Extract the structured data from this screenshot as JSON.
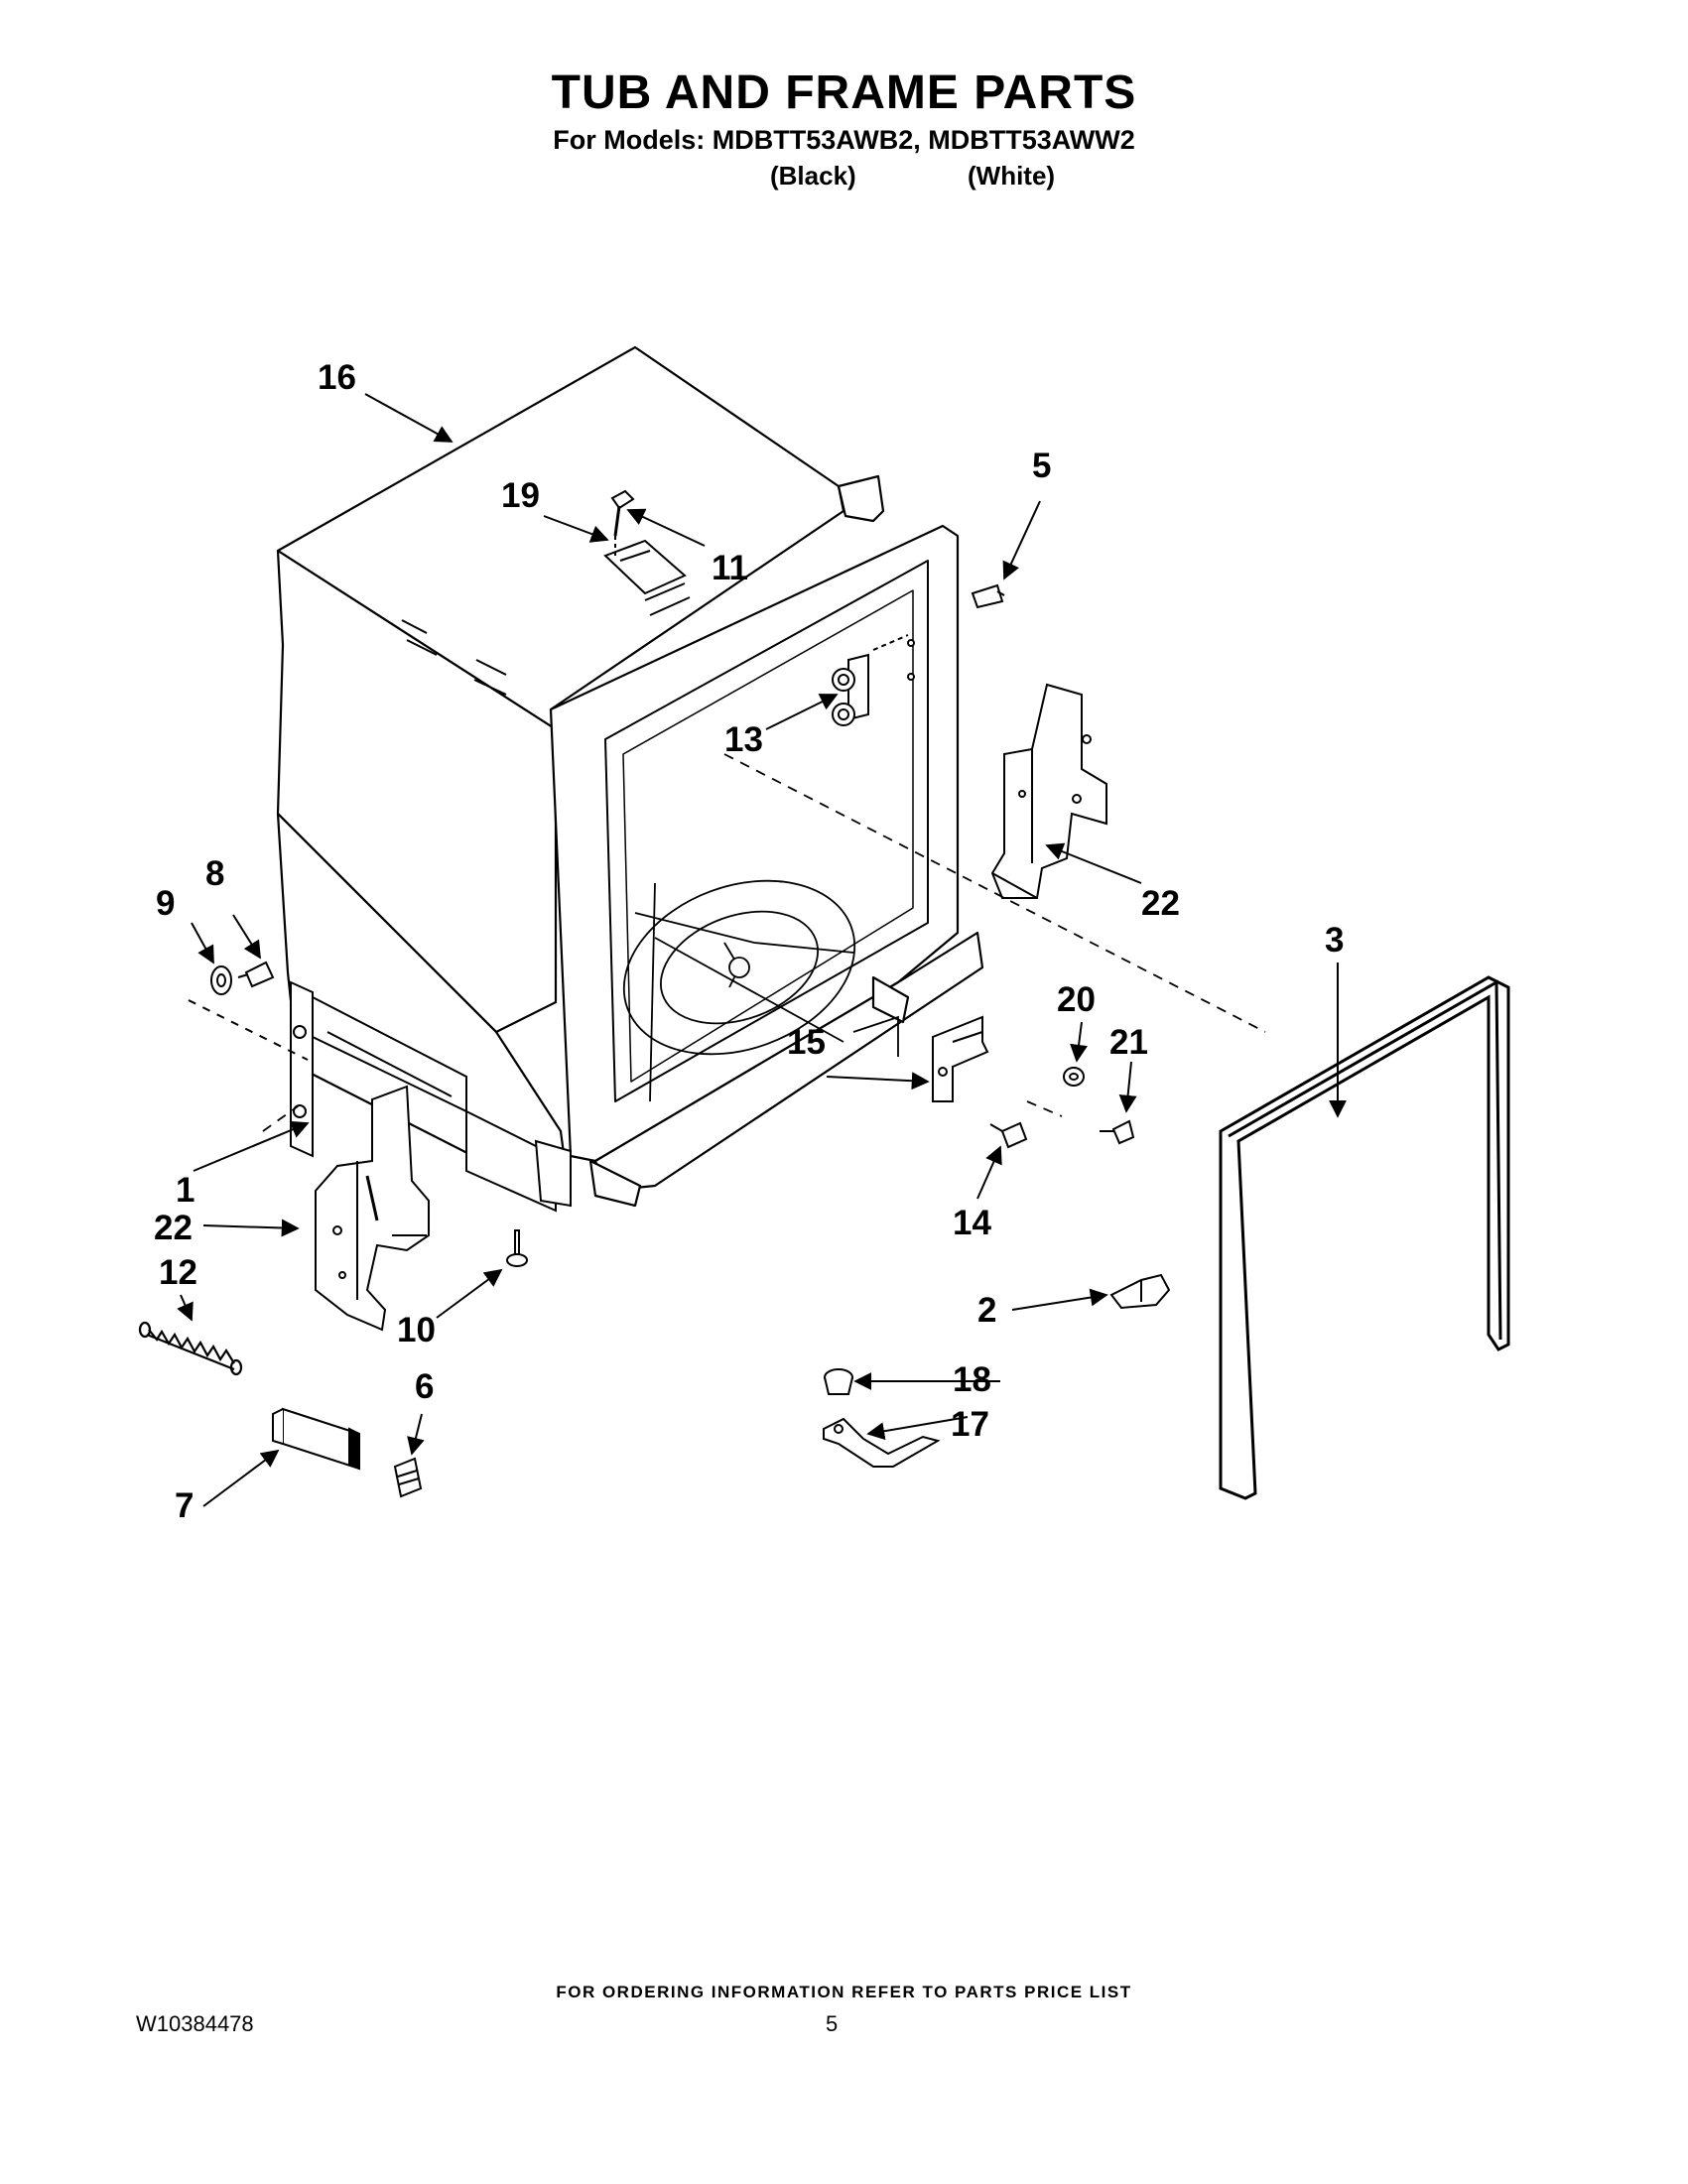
{
  "header": {
    "title": "TUB AND FRAME PARTS",
    "subtitle": "For Models: MDBTT53AWB2, MDBTT53AWW2",
    "variant_black": "(Black)",
    "variant_white": "(White)"
  },
  "callouts": [
    "16",
    "19",
    "11",
    "5",
    "13",
    "22",
    "9",
    "8",
    "3",
    "20",
    "21",
    "15",
    "1",
    "22",
    "12",
    "14",
    "2",
    "10",
    "18",
    "6",
    "17",
    "7"
  ],
  "footer": {
    "ordering_note": "FOR ORDERING INFORMATION REFER TO PARTS PRICE LIST",
    "document_number": "W10384478",
    "page_number": "5"
  }
}
